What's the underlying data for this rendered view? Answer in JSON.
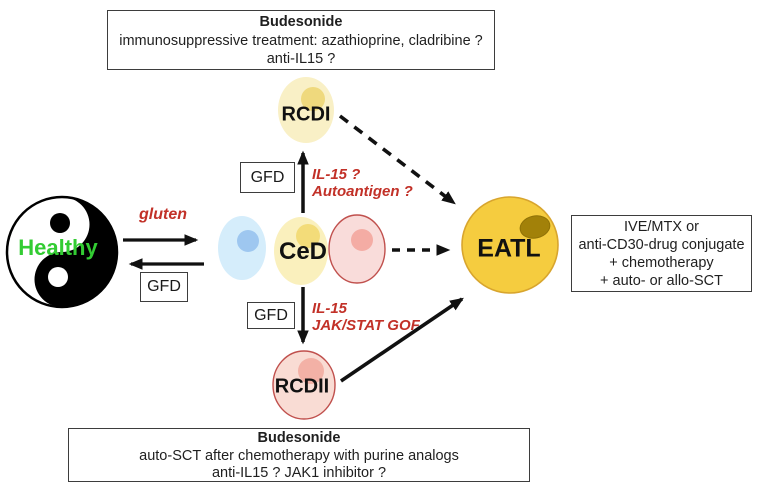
{
  "nodes": {
    "healthy": {
      "label": "Healthy"
    },
    "ced": {
      "label": "CeD"
    },
    "rcdi": {
      "label": "RCDI"
    },
    "rcdii": {
      "label": "RCDII"
    },
    "eatl": {
      "label": "EATL"
    }
  },
  "edges": {
    "gluten_label": "gluten",
    "gfd_label": "GFD",
    "ced_to_rcdi_drivers": [
      "IL-15 ?",
      "Autoantigen ?"
    ],
    "ced_to_rcdii_drivers": [
      "IL-15",
      "JAK/STAT GOF"
    ]
  },
  "boxes": {
    "rcdi_treatment": {
      "title": "Budesonide",
      "lines": [
        "immunosuppressive treatment: azathioprine, cladribine ?",
        "anti-IL15 ?"
      ]
    },
    "rcdii_treatment": {
      "title": "Budesonide",
      "lines": [
        "auto-SCT after chemotherapy with purine analogs",
        "anti-IL15 ? JAK1 inhibitor ?"
      ]
    },
    "eatl_treatment": {
      "lines": [
        "IVE/MTX or",
        "anti-CD30-drug conjugate",
        "+ chemotherapy",
        "+ auto- or allo-SCT"
      ]
    }
  },
  "palette": {
    "red_label": "#c23128",
    "healthy_green": "#33cc33",
    "rcdi_cell_fill": "#f9f0c6",
    "rcdi_nucleus": "#efd97d",
    "ced_blue_cell": "#d5edfb",
    "ced_blue_nucleus": "#9ec7f0",
    "ced_yellow_cell": "#faf0bd",
    "ced_yellow_nucleus": "#f3dc79",
    "pink_cell": "#f9dcda",
    "pink_cell_border": "#c0504d",
    "pink_nucleus": "#f4aca4",
    "eatl_fill": "#f5cc3f",
    "eatl_border": "#d8a52e",
    "eatl_nucleus": "#a28109",
    "arrow_black": "#111111"
  }
}
